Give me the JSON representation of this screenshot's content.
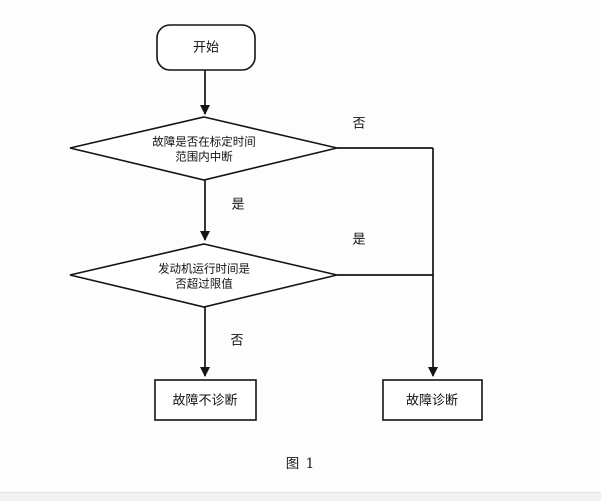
{
  "figure": {
    "caption": "图 1",
    "background_color": "#fdfdfd",
    "line_color": "#141414",
    "text_color": "#111111"
  },
  "nodes": {
    "start": {
      "id": "start",
      "shape": "rounded-rectangle",
      "label": "开始"
    },
    "decision1": {
      "id": "decision1",
      "shape": "diamond",
      "line1": "故障是否在标定时间",
      "line2": "范围内中断"
    },
    "decision2": {
      "id": "decision2",
      "shape": "diamond",
      "line1": "发动机运行时间是",
      "line2": "否超过限值"
    },
    "terminal_no_diagnose": {
      "id": "terminal_no_diagnose",
      "shape": "rectangle",
      "label": "故障不诊断"
    },
    "terminal_diagnose": {
      "id": "terminal_diagnose",
      "shape": "rectangle",
      "label": "故障诊断"
    }
  },
  "edge_labels": {
    "decision1_no": "否",
    "decision1_yes": "是",
    "decision2_yes": "是",
    "decision2_no": "否"
  },
  "chart_data": {
    "type": "table",
    "title": "图 1",
    "flow": [
      {
        "from": "start",
        "to": "decision1",
        "label": ""
      },
      {
        "from": "decision1",
        "to": "terminal_diagnose",
        "label": "否"
      },
      {
        "from": "decision1",
        "to": "decision2",
        "label": "是"
      },
      {
        "from": "decision2",
        "to": "terminal_diagnose",
        "label": "是"
      },
      {
        "from": "decision2",
        "to": "terminal_no_diagnose",
        "label": "否"
      }
    ]
  }
}
